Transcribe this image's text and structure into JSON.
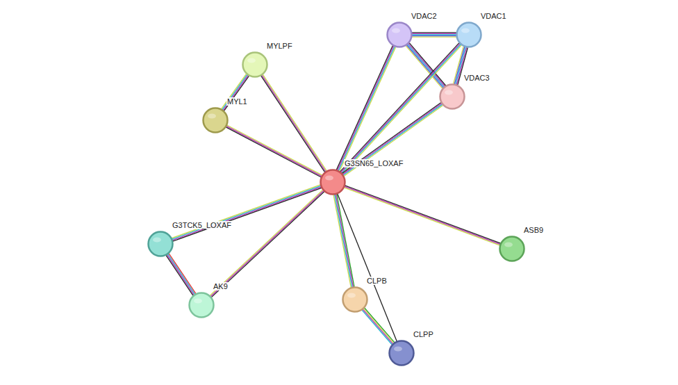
{
  "diagram": {
    "nodes": [
      {
        "text": [
          "VDAC2"
        ]
      },
      {
        "text": [
          "VDAC1"
        ]
      },
      {
        "text": [
          "MYLPF"
        ]
      },
      {
        "text": [
          "VDAC3"
        ]
      },
      {
        "text": [
          "MYL1"
        ]
      },
      {
        "text": [
          "G3SN65_LOXAF"
        ]
      },
      {
        "text": [
          "G3TCK5_LOXAF"
        ]
      },
      {
        "text": [
          "ASB9"
        ]
      },
      {
        "text": [
          "CLPB"
        ]
      },
      {
        "text": [
          "AK9"
        ]
      },
      {
        "text": [
          "CLPP"
        ]
      }
    ],
    "edges": [
      {
        "from": 0,
        "to": 1,
        "arrow": "none"
      },
      {
        "from": 0,
        "to": 3,
        "arrow": "none"
      },
      {
        "from": 1,
        "to": 3,
        "arrow": "none"
      },
      {
        "from": 5,
        "to": 0,
        "arrow": "none"
      },
      {
        "from": 5,
        "to": 1,
        "arrow": "none"
      },
      {
        "from": 5,
        "to": 3,
        "arrow": "none"
      },
      {
        "from": 2,
        "to": 4,
        "arrow": "none"
      },
      {
        "from": 5,
        "to": 2,
        "arrow": "none"
      },
      {
        "from": 5,
        "to": 4,
        "arrow": "none"
      },
      {
        "from": 5,
        "to": 6,
        "arrow": "none"
      },
      {
        "from": 5,
        "to": 9,
        "arrow": "none"
      },
      {
        "from": 6,
        "to": 9,
        "arrow": "none"
      },
      {
        "from": 5,
        "to": 7,
        "arrow": "none"
      },
      {
        "from": 5,
        "to": 8,
        "arrow": "none"
      },
      {
        "from": 5,
        "to": 10,
        "arrow": "none"
      },
      {
        "from": 8,
        "to": 10,
        "arrow": "none"
      }
    ]
  }
}
